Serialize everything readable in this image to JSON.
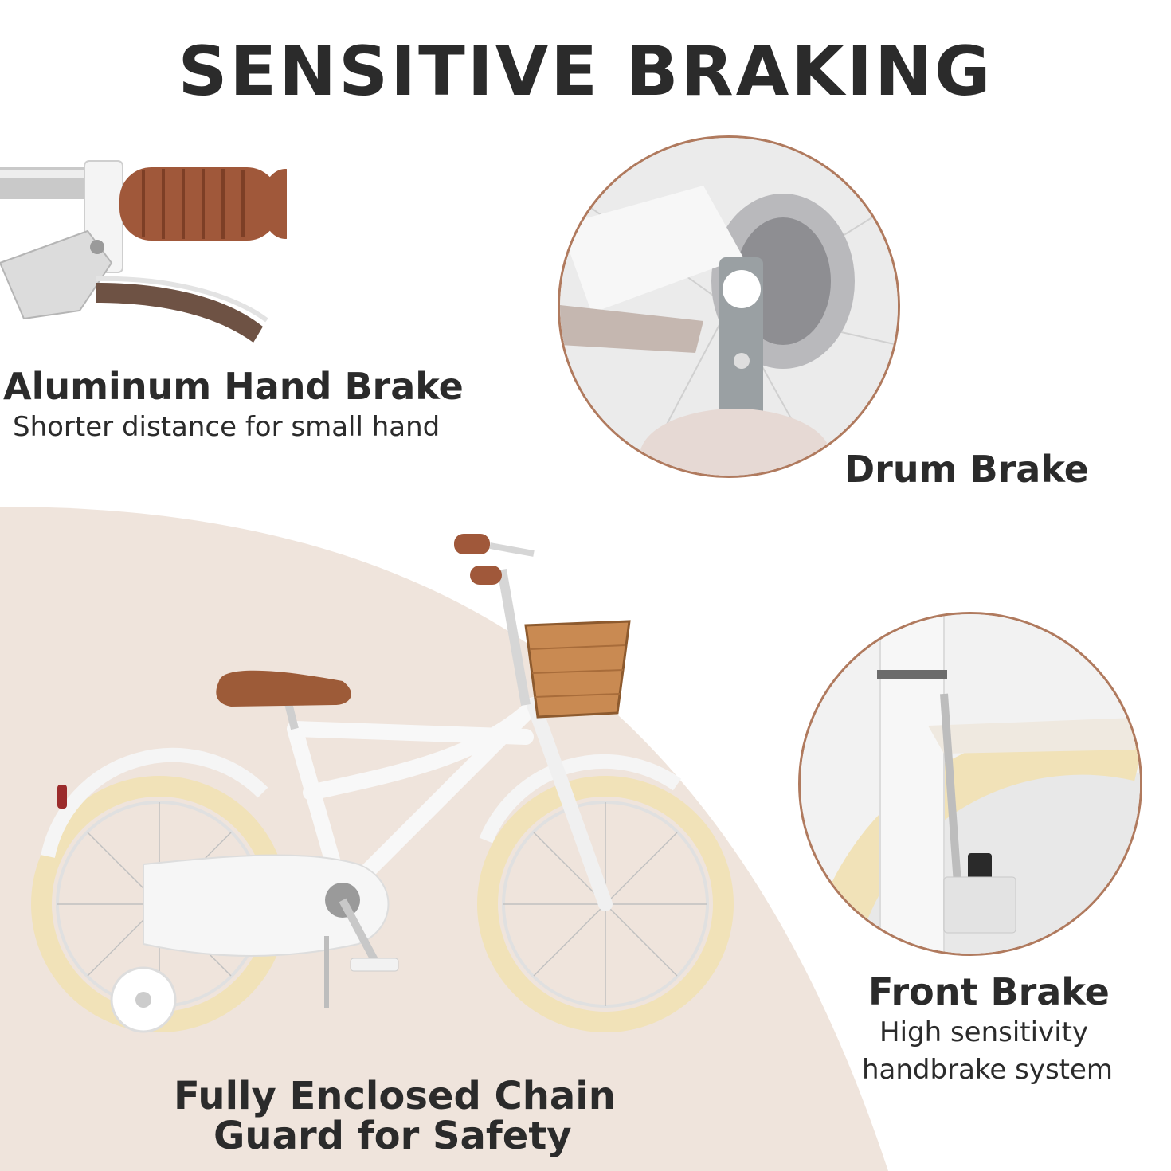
{
  "title": "SENSITIVE BRAKING",
  "hand_brake": {
    "heading": "Aluminum Hand Brake",
    "subtitle": "Shorter distance for small hand"
  },
  "drum_brake": {
    "heading": "Drum Brake"
  },
  "front_brake": {
    "heading": "Front Brake",
    "subtitle_line1": "High sensitivity",
    "subtitle_line2": "handbrake system"
  },
  "chain_guard": {
    "line1": "Fully Enclosed Chain",
    "line2": "Guard for Safety"
  },
  "colors": {
    "beige": "#efe4dc",
    "circle_border": "#b07a5e",
    "grip_brown": "#a0583a",
    "tire_cream": "#f1e2b8",
    "text": "#2b2b2b"
  }
}
